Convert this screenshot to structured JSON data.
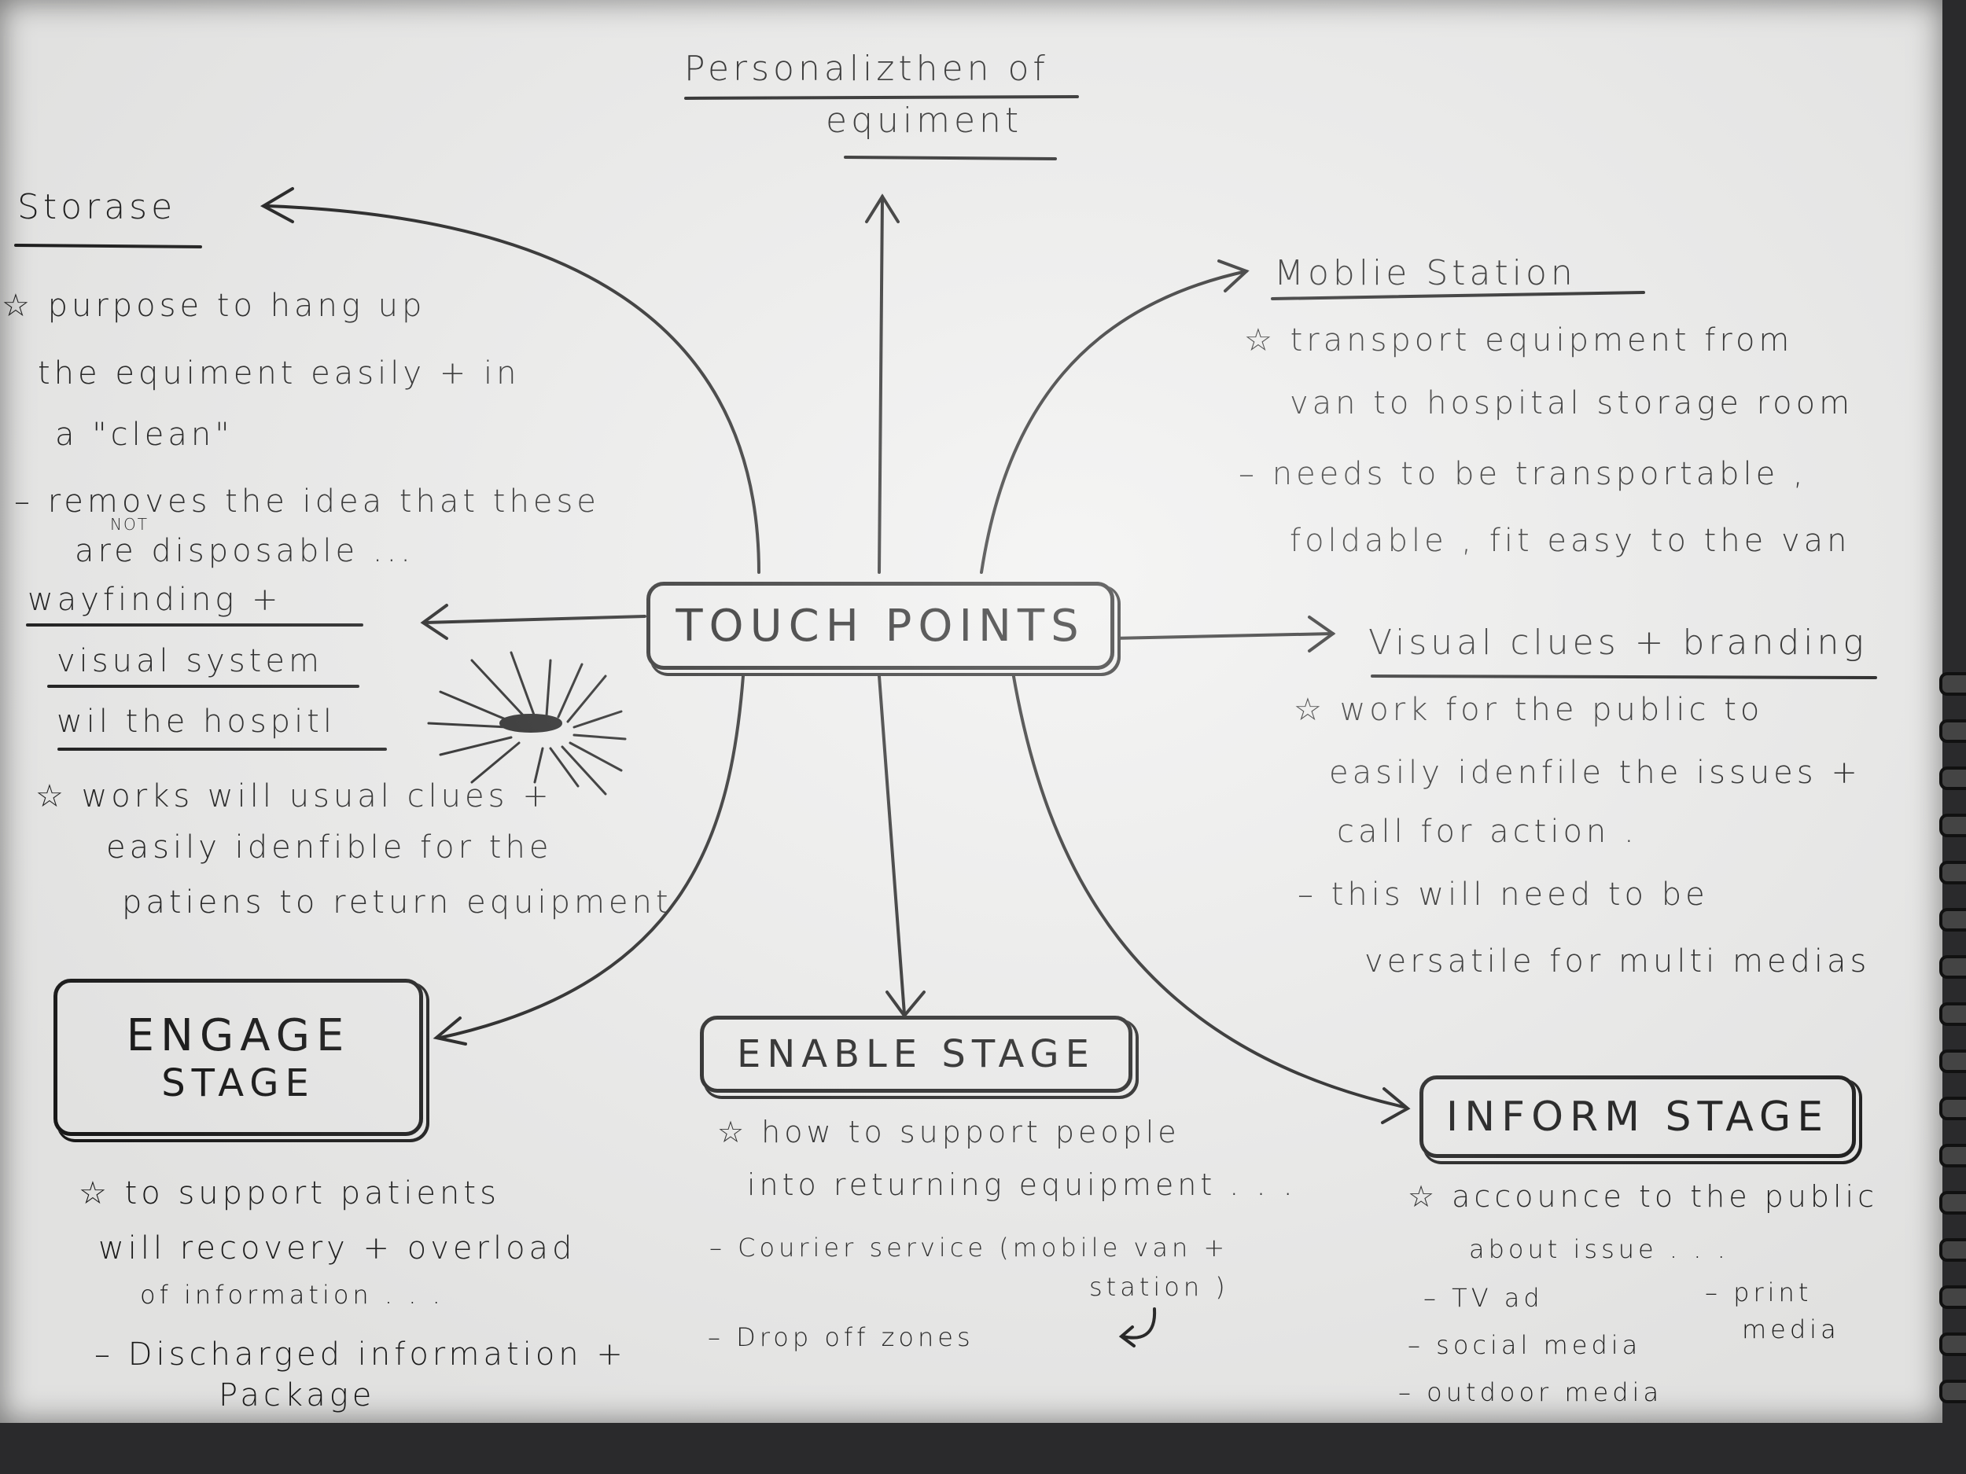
{
  "center": "TOUCH POINTS",
  "top": {
    "line1": "Personalizthen of",
    "line2": "equiment"
  },
  "storage": {
    "title": "Storase",
    "lines": [
      "☆ purpose to hang up",
      "the equiment easily + in",
      "a \"clean\"",
      "– removes the idea that these",
      "are disposable ..."
    ],
    "insert": "NOT"
  },
  "wayfinding": {
    "lines": [
      "wayfinding +",
      "visual system",
      "wil the hospitl"
    ],
    "notes": [
      "☆ works will usual clues +",
      "easily idenfible for the",
      "patiens to return equipment"
    ]
  },
  "mobile": {
    "title": "Moblie Station",
    "lines": [
      "☆ transport equipment from",
      "van to hospital storage room",
      "– needs to be transportable ,",
      "foldable , fit easy to the van"
    ]
  },
  "visual": {
    "title": "Visual clues + branding",
    "lines": [
      "☆ work for the public to",
      "easily idenfile the issues +",
      "call for action .",
      "– this will need to be",
      "versatile for multi medias"
    ]
  },
  "engage": {
    "line1": "ENGAGE",
    "line2": "STAGE",
    "lines": [
      "☆ to support patients",
      "will recovery + overload",
      "of information . . .",
      "– Discharged information +",
      "Package"
    ]
  },
  "enable": {
    "title": "ENABLE STAGE",
    "lines": [
      "☆ how to support people",
      "into returning equipment . . .",
      "– Courier service (mobile van +",
      "station )",
      "– Drop off zones"
    ]
  },
  "inform": {
    "title": "INFORM STAGE",
    "lines": [
      "☆ accounce to the public",
      "about issue . . .",
      "– TV ad",
      "– social media",
      "– outdoor media",
      "– print",
      "media"
    ]
  }
}
